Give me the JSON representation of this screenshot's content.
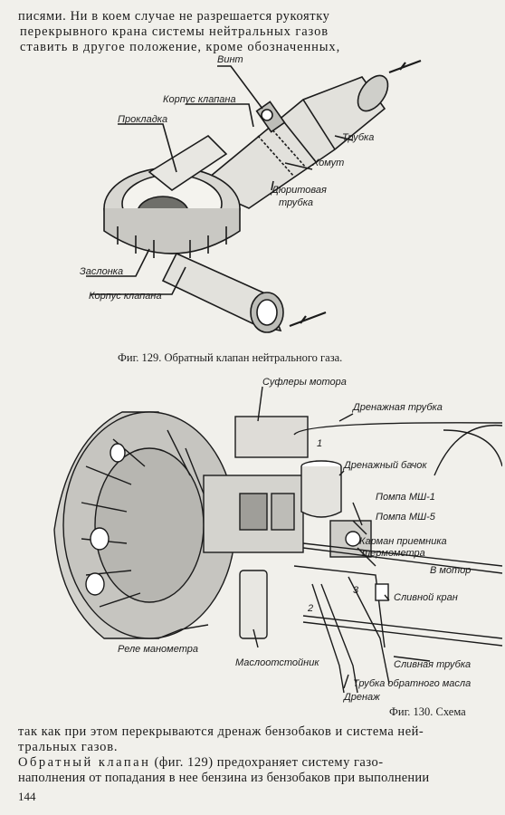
{
  "top_text": {
    "line1": "писями. Ни в коем случае не разрешается рукоятку",
    "line2": "перекрывного крана системы нейтральных газов",
    "line3": "ставить в другое положение, кроме обозначенных,"
  },
  "figure129": {
    "labels": {
      "vint": "Винт",
      "korpus_top": "Корпус клапана",
      "prokladka": "Прокладка",
      "trubka": "Трубка",
      "khomut": "Хомут",
      "dyuritovaya1": "Дюритовая",
      "dyuritovaya2": "трубка",
      "zaslonka": "Заслонка",
      "korpus_bottom": "Корпус клапана"
    },
    "caption": "Фиг. 129. Обратный клапан нейтрального газа."
  },
  "figure130": {
    "labels": {
      "suflery": "Суфлеры мотора",
      "drenazhnaya": "Дренажная трубка",
      "drenazhny_bachok": "Дренажный бачок",
      "pompa1": "Помпа МШ-1",
      "pompa5": "Помпа МШ-5",
      "karman1": "Карман приемника",
      "karman2": "термометра",
      "v_motor": "В мотор",
      "slivnoy_kran": "Сливной кран",
      "rele": "Реле манометра",
      "maslootstoynik": "Маслоотстойник",
      "slivnaya": "Сливная трубка",
      "trubka_obr": "Трубка обратного масла",
      "drenazh": "Дренаж",
      "n1": "1",
      "n2": "2",
      "n3": "3"
    },
    "caption": "Фиг. 130. Схема"
  },
  "bottom_text": {
    "line1": "так как при этом перекрываются дренаж бензобаков и система ней-",
    "line2": "тральных газов.",
    "line3_spaced": "Обратный клапан",
    "line3_rest": " (фиг. 129) предохраняет систему газо-",
    "line4": "наполнения от попадания в нее бензина из бензобаков при выполнении"
  },
  "page_number": "144"
}
